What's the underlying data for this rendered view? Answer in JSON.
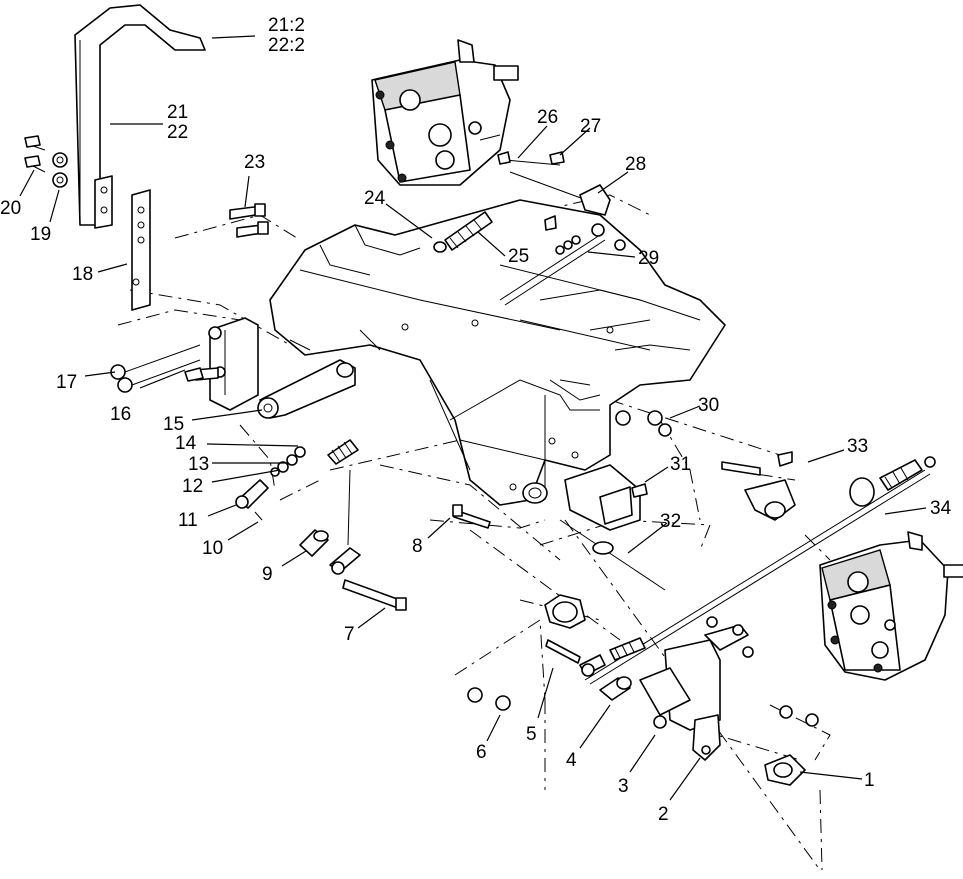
{
  "callouts": [
    {
      "id": "c1",
      "text": "1"
    },
    {
      "id": "c2",
      "text": "2"
    },
    {
      "id": "c3",
      "text": "3"
    },
    {
      "id": "c4",
      "text": "4"
    },
    {
      "id": "c5",
      "text": "5"
    },
    {
      "id": "c6",
      "text": "6"
    },
    {
      "id": "c7",
      "text": "7"
    },
    {
      "id": "c8",
      "text": "8"
    },
    {
      "id": "c9",
      "text": "9"
    },
    {
      "id": "c10",
      "text": "10"
    },
    {
      "id": "c11",
      "text": "11"
    },
    {
      "id": "c12",
      "text": "12"
    },
    {
      "id": "c13",
      "text": "13"
    },
    {
      "id": "c14",
      "text": "14"
    },
    {
      "id": "c15",
      "text": "15"
    },
    {
      "id": "c16",
      "text": "16"
    },
    {
      "id": "c17",
      "text": "17"
    },
    {
      "id": "c18",
      "text": "18"
    },
    {
      "id": "c19",
      "text": "19"
    },
    {
      "id": "c20",
      "text": "20"
    },
    {
      "id": "c21",
      "text": "21"
    },
    {
      "id": "c22",
      "text": "22"
    },
    {
      "id": "c21q",
      "text": "21:2"
    },
    {
      "id": "c22q",
      "text": "22:2"
    },
    {
      "id": "c23",
      "text": "23"
    },
    {
      "id": "c24",
      "text": "24"
    },
    {
      "id": "c25",
      "text": "25"
    },
    {
      "id": "c26",
      "text": "26"
    },
    {
      "id": "c27",
      "text": "27"
    },
    {
      "id": "c28",
      "text": "28"
    },
    {
      "id": "c29",
      "text": "29"
    },
    {
      "id": "c30",
      "text": "30"
    },
    {
      "id": "c31",
      "text": "31"
    },
    {
      "id": "c32",
      "text": "32"
    },
    {
      "id": "c33",
      "text": "33"
    },
    {
      "id": "c34",
      "text": "34"
    }
  ]
}
